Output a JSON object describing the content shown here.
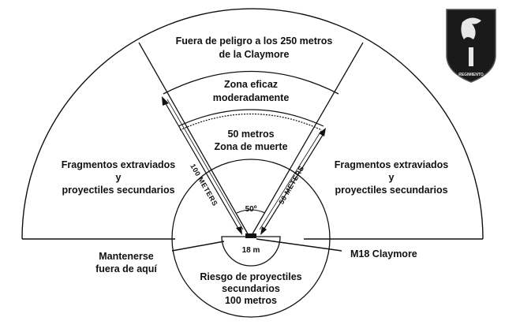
{
  "zones": {
    "danger": {
      "line1": "Fuera de peligro a los 250 metros",
      "line2": "de la Claymore"
    },
    "effective": {
      "line1": "Zona eficaz",
      "line2": "moderadamente"
    },
    "kill": {
      "line1": "50 metros",
      "line2": "Zona de muerte"
    },
    "left_fragments": {
      "line1": "Fragmentos extraviados",
      "line2": "y",
      "line3": "proyectiles secundarios"
    },
    "right_fragments": {
      "line1": "Fragmentos extraviados",
      "line2": "y",
      "line3": "proyectiles secundarios"
    },
    "stay_out": {
      "line1": "Mantenerse",
      "line2": "fuera de aquí"
    },
    "secondary_risk": {
      "line1": "Riesgo de proyectiles",
      "line2": "secundarios",
      "line3": "100 metros"
    }
  },
  "measurements": {
    "angle": "50º",
    "backblast": "18 m",
    "left_range": "100 METERS",
    "right_range": "50 METERS"
  },
  "device": {
    "label": "M18 Claymore"
  },
  "emblem": {
    "text": "REGIMIENTO",
    "numeral": "I"
  }
}
